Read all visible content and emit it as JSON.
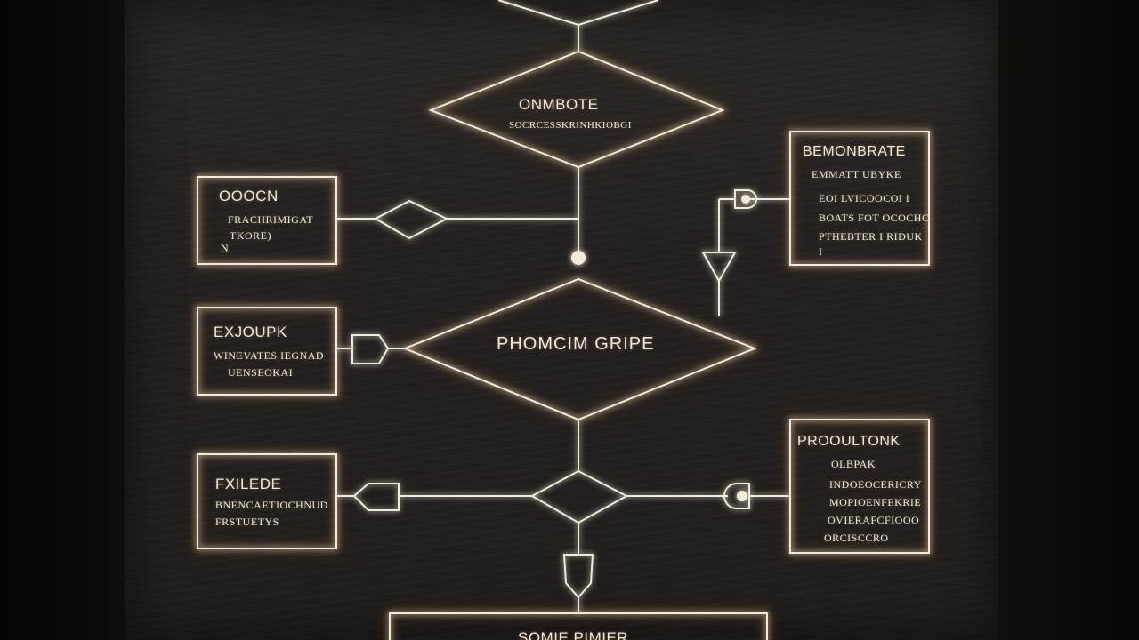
{
  "colors": {
    "line": "#f3ead8",
    "glow": "#ff9a3c",
    "board": "#252220"
  },
  "nodes": {
    "diamond_top": {
      "title": "ONMBOTE",
      "subtitle": "SOCRCESSKRINHKIOBGI"
    },
    "diamond_center": {
      "title": "PHOMCIM GRIPE"
    },
    "box_left_1": {
      "title": "OOOCN",
      "lines": [
        "FRACHRIMIGAT",
        "TKORE)",
        "N"
      ]
    },
    "box_left_2": {
      "title": "EXJOUPK",
      "lines": [
        "WINEVATES IEGNAD",
        "UENSEOKAI"
      ]
    },
    "box_left_3": {
      "title": "FXILEDE",
      "lines": [
        "BNENCAETIOCHNUD",
        "FRSTUETYS"
      ]
    },
    "box_right_1": {
      "title": "BEMONBRATE",
      "lines": [
        "EMMATT UBYKE",
        "EOI LVICOOCOI I",
        "BOATS FOT OCOCHC",
        "PTHEBTER I RIDUK",
        "I"
      ]
    },
    "box_right_2": {
      "title": "PROOULTONK",
      "lines": [
        "OLBPAK",
        "INDOEOCERICRY",
        "MOPIOENFEKRIE",
        "OVIERAFCFIOOO",
        "ORCISCCRO"
      ]
    },
    "box_bottom": {
      "title": "SOMIE PIMIER"
    }
  }
}
